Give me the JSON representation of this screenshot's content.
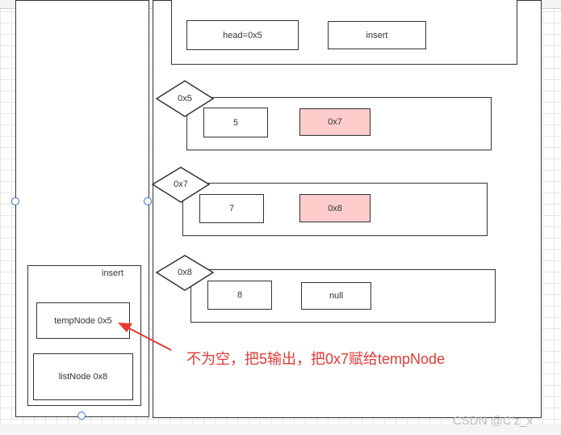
{
  "main": {
    "head_box": "head=0x5",
    "insert_box": "insert"
  },
  "nodes": [
    {
      "address": "0x5",
      "value": "5",
      "next": "0x7"
    },
    {
      "address": "0x7",
      "value": "7",
      "next": "0x8"
    },
    {
      "address": "0x8",
      "value": "8",
      "next": "null"
    }
  ],
  "left_panel": {
    "insert_label": "insert",
    "temp_node": "tempNode 0x5",
    "list_node": "listNode 0x8"
  },
  "annotation": "不为空，把5输出，把0x7赋给tempNode",
  "watermark": "CSDN @C'z_x",
  "colors": {
    "highlight": "#ffcccc",
    "arrow": "#e53935",
    "selection_handle": "#2c6fd6"
  }
}
